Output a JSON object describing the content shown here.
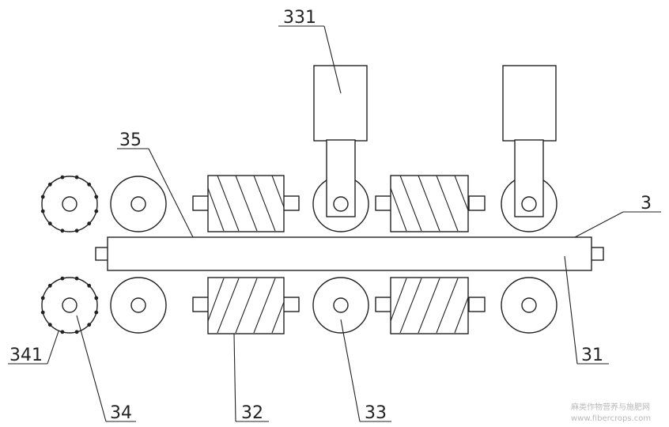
{
  "labels": {
    "l331": "331",
    "l35": "35",
    "l3": "3",
    "l341": "341",
    "l34": "34",
    "l32": "32",
    "l33": "33",
    "l31": "31"
  },
  "watermark": {
    "line1": "麻类作物营养与施肥网",
    "line2": "www.fibercrops.com"
  },
  "colors": {
    "stroke": "#222222",
    "background": "#ffffff",
    "watermark": "#b9b9b9"
  }
}
